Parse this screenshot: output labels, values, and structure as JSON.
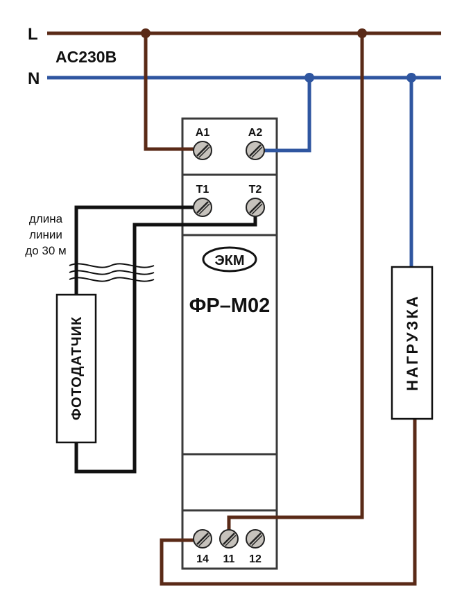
{
  "colors": {
    "live": "#5a2a17",
    "neutral": "#2f56a0",
    "signal": "#111111",
    "housing": "#3a3a3a",
    "screw": "#c6c2bc"
  },
  "lines": {
    "live": "L",
    "neutral": "N",
    "voltage": "AC230B"
  },
  "relay": {
    "brand": "ЭКМ",
    "model": "ФР–М02",
    "terminals_top": [
      "A1",
      "A2"
    ],
    "terminals_sensor": [
      "T1",
      "T2"
    ],
    "terminals_bottom": [
      "14",
      "11",
      "12"
    ]
  },
  "sensor": {
    "label": "ФОТОДАТЧИК"
  },
  "cable_note": {
    "line1": "длина",
    "line2": "линии",
    "line3": "до 30 м"
  },
  "load": {
    "label": "НАГРУЗКА"
  }
}
